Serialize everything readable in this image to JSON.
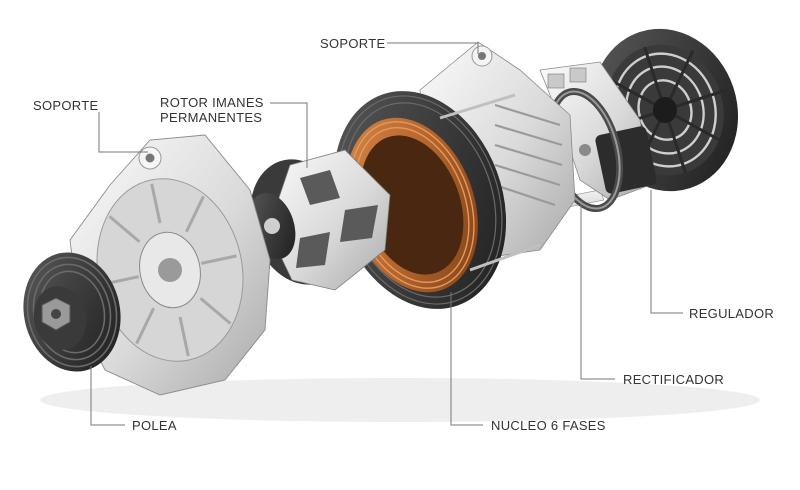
{
  "labels": {
    "soporte_top": "SOPORTE",
    "soporte_left": "SOPORTE",
    "rotor_line1": "ROTOR IMANES",
    "rotor_line2": "PERMANENTES",
    "regulador": "REGULADOR",
    "rectificador": "RECTIFICADOR",
    "nucleo": "NUCLEO 6 FASES",
    "polea": "POLEA"
  },
  "colors": {
    "label_text": "#333333",
    "leader_line": "#777777",
    "copper": "#b5652c",
    "metal_light": "#e4e4e4",
    "metal_dark": "#2e2e2e"
  }
}
